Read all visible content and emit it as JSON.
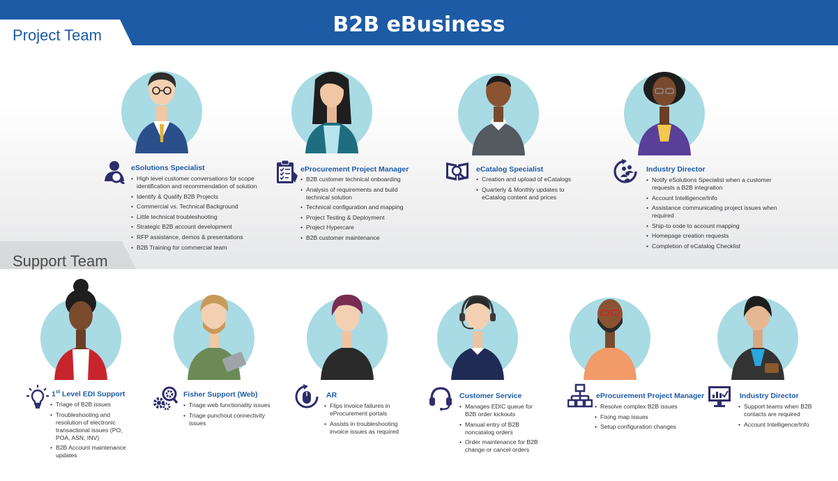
{
  "header": {
    "title": "B2B eBusiness",
    "project_team_label": "Project Team",
    "support_team_label": "Support Team"
  },
  "colors": {
    "brand_blue": "#1d5ba6",
    "icon_navy": "#2e2d6c",
    "avatar_circle": "#a9dbe4"
  },
  "project_team": [
    {
      "title": "eSolutions Specialist",
      "icon": "user-search-icon",
      "items": [
        "High level customer conversations for scope identification and recommendation of solution",
        "Identify & Qualify B2B Projects",
        "Commercial vs. Technical Background",
        "Little technical troubleshooting",
        "Strategic B2B account development",
        "RFP assistance, demos & presentations",
        "B2B Training for commercial team"
      ]
    },
    {
      "title": "eProcurement Project Manager",
      "icon": "clipboard-checklist-icon",
      "items": [
        "B2B customer technical onboarding",
        "Analysis of requirements and build technical solution",
        "Technical configuration and mapping",
        "Project Testing & Deployment",
        "Project Hypercare",
        "B2B customer maintenance"
      ]
    },
    {
      "title": "eCatalog Specialist",
      "icon": "catalog-magnifier-icon",
      "items": [
        "Creation and upload of eCatalogs",
        "Quarterly & Monthly updates to eCatalog content and prices"
      ]
    },
    {
      "title": "Industry Director",
      "icon": "group-refresh-icon",
      "items": [
        "Notify eSolutions Specialist when a customer requests a B2B integration",
        "Account Intelligence/Info",
        "Assistance communicating project issues when required",
        "Ship-to code to account mapping",
        "Homepage creation requests",
        "Completion of eCatalog Checklist"
      ]
    }
  ],
  "support_team": [
    {
      "title_prefix": "1",
      "title_sup": "st",
      "title": " Level EDI Support",
      "icon": "lightbulb-icon",
      "items": [
        "Triage of B2B issues",
        "Troubleshooting and resolution of electronic transactional issues (PO, POA, ASN, INV)",
        "B2B Account maintenance updates"
      ]
    },
    {
      "title": "Fisher Support (Web)",
      "icon": "gears-magnifier-icon",
      "items": [
        "Triage web functionality issues",
        "Triage punchout connectivity issues"
      ]
    },
    {
      "title": "AR",
      "icon": "mouse-refresh-icon",
      "items": [
        "Flips invoice failures in eProcurement portals",
        "Assists in troubleshooting invoice issues as required"
      ]
    },
    {
      "title": "Customer Service",
      "icon": "headset-icon",
      "items": [
        "Manages EDIC queue for B2B order kickouts",
        "Manual entry of B2B noncatalog orders",
        "Order maintenance for B2B change or cancel orders"
      ]
    },
    {
      "title": "eProcurement Project Manager",
      "icon": "network-hierarchy-icon",
      "items": [
        "Resolve complex B2B issues",
        "Fixing map issues",
        "Setup configuration changes"
      ]
    },
    {
      "title": "Industry Director",
      "icon": "monitor-chart-icon",
      "items": [
        "Support teams when B2B contacts are required",
        "Account Intelligence/Info"
      ]
    }
  ]
}
